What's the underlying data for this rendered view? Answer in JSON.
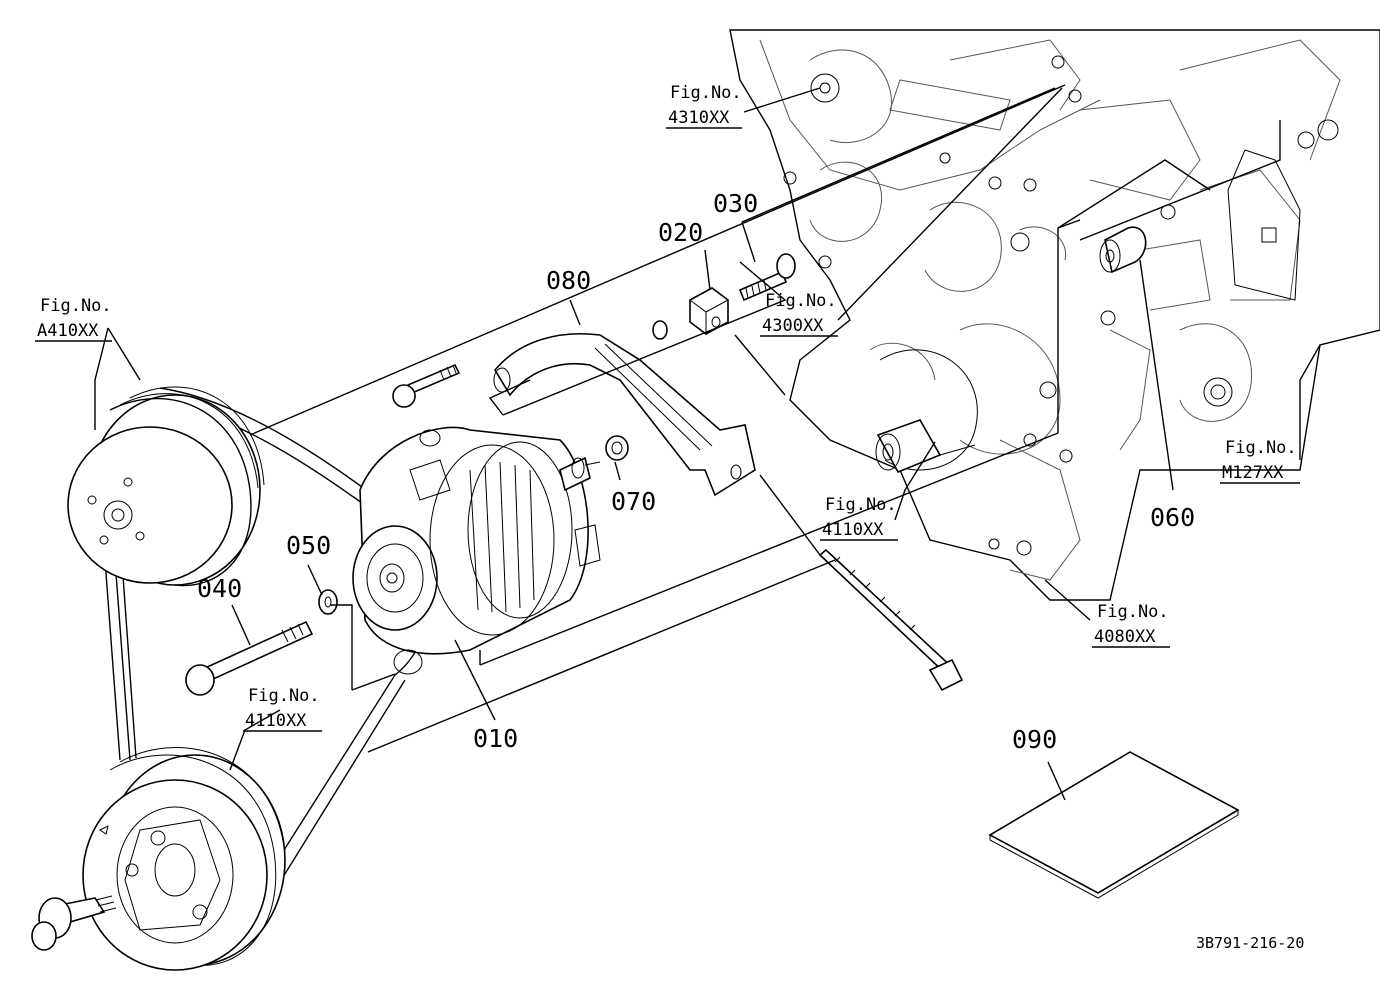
{
  "diagram": {
    "doc_number": "3B791-216-20",
    "part_labels": [
      "010",
      "020",
      "030",
      "040",
      "050",
      "060",
      "070",
      "080",
      "090"
    ],
    "figure_refs": [
      {
        "line1": "Fig.No.",
        "line2": "4310XX"
      },
      {
        "line1": "Fig.No.",
        "line2": "4300XX"
      },
      {
        "line1": "Fig.No.",
        "line2": "A410XX"
      },
      {
        "line1": "Fig.No.",
        "line2": "M127XX"
      },
      {
        "line1": "Fig.No.",
        "line2": "4110XX"
      },
      {
        "line1": "Fig.No.",
        "line2": "4080XX"
      },
      {
        "line1": "Fig.No.",
        "line2": "4110XX"
      }
    ]
  }
}
